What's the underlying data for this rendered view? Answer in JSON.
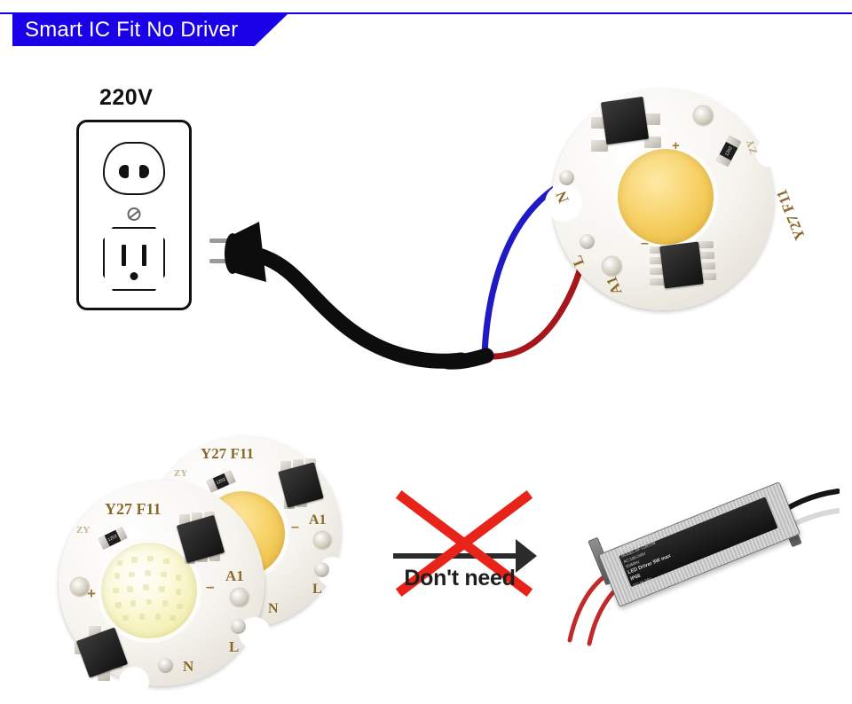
{
  "header": {
    "banner_text": "Smart IC Fit No Driver",
    "banner_color": "#1a00e6",
    "banner_text_color": "#ffffff"
  },
  "power_source": {
    "voltage_label": "220V",
    "outlet_name": "wall-outlet",
    "socket_top_type": "europlug-two-round-slots",
    "socket_bottom_type": "us-nema-grounded"
  },
  "wiring": {
    "plug_color": "#111111",
    "prong_color": "#9a9a9a",
    "neutral_wire": {
      "label": "N",
      "color": "#1f1ac4"
    },
    "live_wire": {
      "label": "L",
      "color": "#a6171c"
    },
    "cord_color": "#0d0d0d"
  },
  "led_chip_main": {
    "board_marking": "Y27 F11",
    "brand_mark": "ZY",
    "terminals": [
      "N",
      "L",
      "A1"
    ],
    "polarity": [
      "+",
      "-"
    ],
    "resistor_code": "1202",
    "cob_color": "#f4ce5e",
    "cob_type": "warm-white",
    "ic_count": 2
  },
  "led_chips_pair": [
    {
      "position": "back",
      "board_marking": "Y27 F11",
      "terminals": [
        "A1",
        "L",
        "N"
      ],
      "polarity": [
        "-"
      ],
      "resistor_code": "1202",
      "cob_color": "#f4ce5e",
      "cob_type": "warm-white"
    },
    {
      "position": "front",
      "board_marking": "Y27 F11",
      "terminals": [
        "A1",
        "L",
        "N"
      ],
      "polarity": [
        "+",
        "-"
      ],
      "resistor_code": "1202",
      "cob_color": "#f7f3bb",
      "cob_type": "cool-white"
    }
  ],
  "no_driver_notice": {
    "text": "Don't need",
    "cross_color": "#e8231a",
    "arrow_color": "#2b2b2b"
  },
  "driver": {
    "brand": "DENGFENG",
    "model_line": "MODEL:DF-LD921W",
    "input_line": "AC:100-240V",
    "freq_line": "50/60Hz",
    "title_line": "LED Driver 9W max",
    "rating_line": "IP66",
    "output_line_1": "DC:15-36V",
    "output_line_2": "DC:300mA",
    "body_color": "#c9c9c9",
    "wires_out": [
      "red",
      "red"
    ],
    "wires_in": [
      "black",
      "white"
    ]
  }
}
